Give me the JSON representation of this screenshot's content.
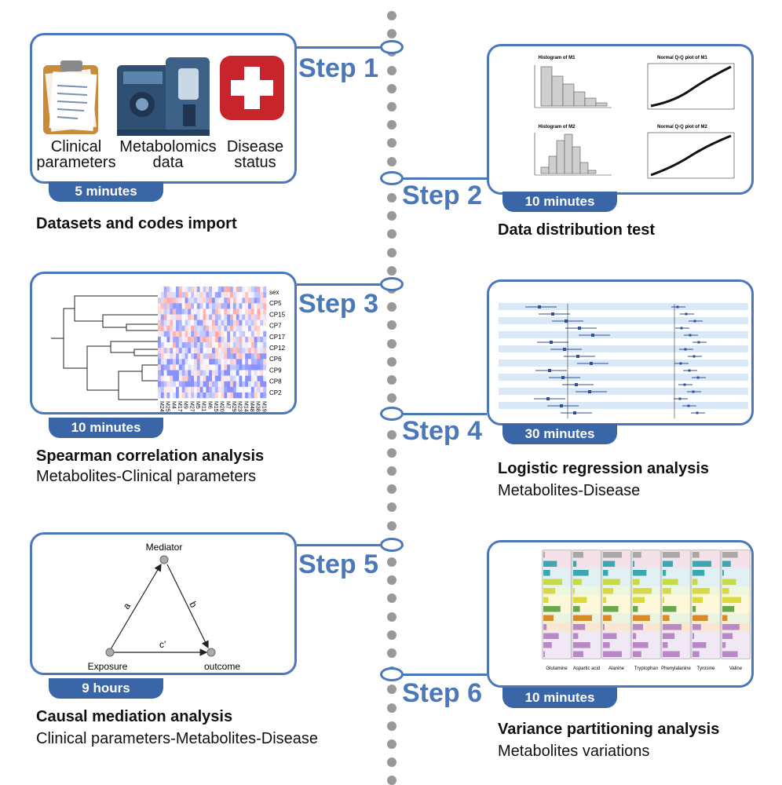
{
  "steps": [
    {
      "label": "Step 1",
      "time": "5 minutes",
      "title": "Datasets and codes import",
      "subtitle": ""
    },
    {
      "label": "Step 2",
      "time": "10 minutes",
      "title": "Data distribution test",
      "subtitle": ""
    },
    {
      "label": "Step 3",
      "time": "10 minutes",
      "title": "Spearman correlation analysis",
      "subtitle": "Metabolites-Clinical parameters"
    },
    {
      "label": "Step 4",
      "time": "30 minutes",
      "title": "Logistic regression analysis",
      "subtitle": "Metabolites-Disease"
    },
    {
      "label": "Step 5",
      "time": "9 hours",
      "title": "Causal mediation analysis",
      "subtitle": "Clinical parameters-Metabolites-Disease"
    },
    {
      "label": "Step 6",
      "time": "10 minutes",
      "title": "Variance partitioning analysis",
      "subtitle": "Metabolites variations"
    }
  ],
  "step1_icons": {
    "clinical": "Clinical parameters",
    "metabolomics": "Metabolomics data",
    "disease": "Disease status"
  },
  "step2_plots": {
    "hist1": "Histogram of M1",
    "qq1": "Normal Q-Q plot of M1",
    "hist2": "Histogram of M2",
    "qq2": "Normal Q-Q plot of M2"
  },
  "step3_heatmap": {
    "rows": [
      "sex",
      "CP5",
      "CP15",
      "CP7",
      "CP17",
      "CP12",
      "CP6",
      "CP9",
      "CP8",
      "CP2"
    ],
    "cols": [
      "M24",
      "M25",
      "M4",
      "M17",
      "M9",
      "M27",
      "M5",
      "M11",
      "M6",
      "M15",
      "M20",
      "M7",
      "M29",
      "M23",
      "M14",
      "M48",
      "M38",
      "M19"
    ]
  },
  "step5_diagram": {
    "mediator": "Mediator",
    "exposure": "Exposure",
    "outcome": "outcome",
    "a": "a",
    "b": "b",
    "c": "c'"
  },
  "step6_categories": [
    "Glutamine",
    "Aspartic acid",
    "Alanine",
    "Tryptophan",
    "Phenylalanine",
    "Tyrosine",
    "Valine"
  ],
  "colors": {
    "accent": "#4a78b8",
    "badge": "#3a66a8",
    "dots": "#999999"
  }
}
